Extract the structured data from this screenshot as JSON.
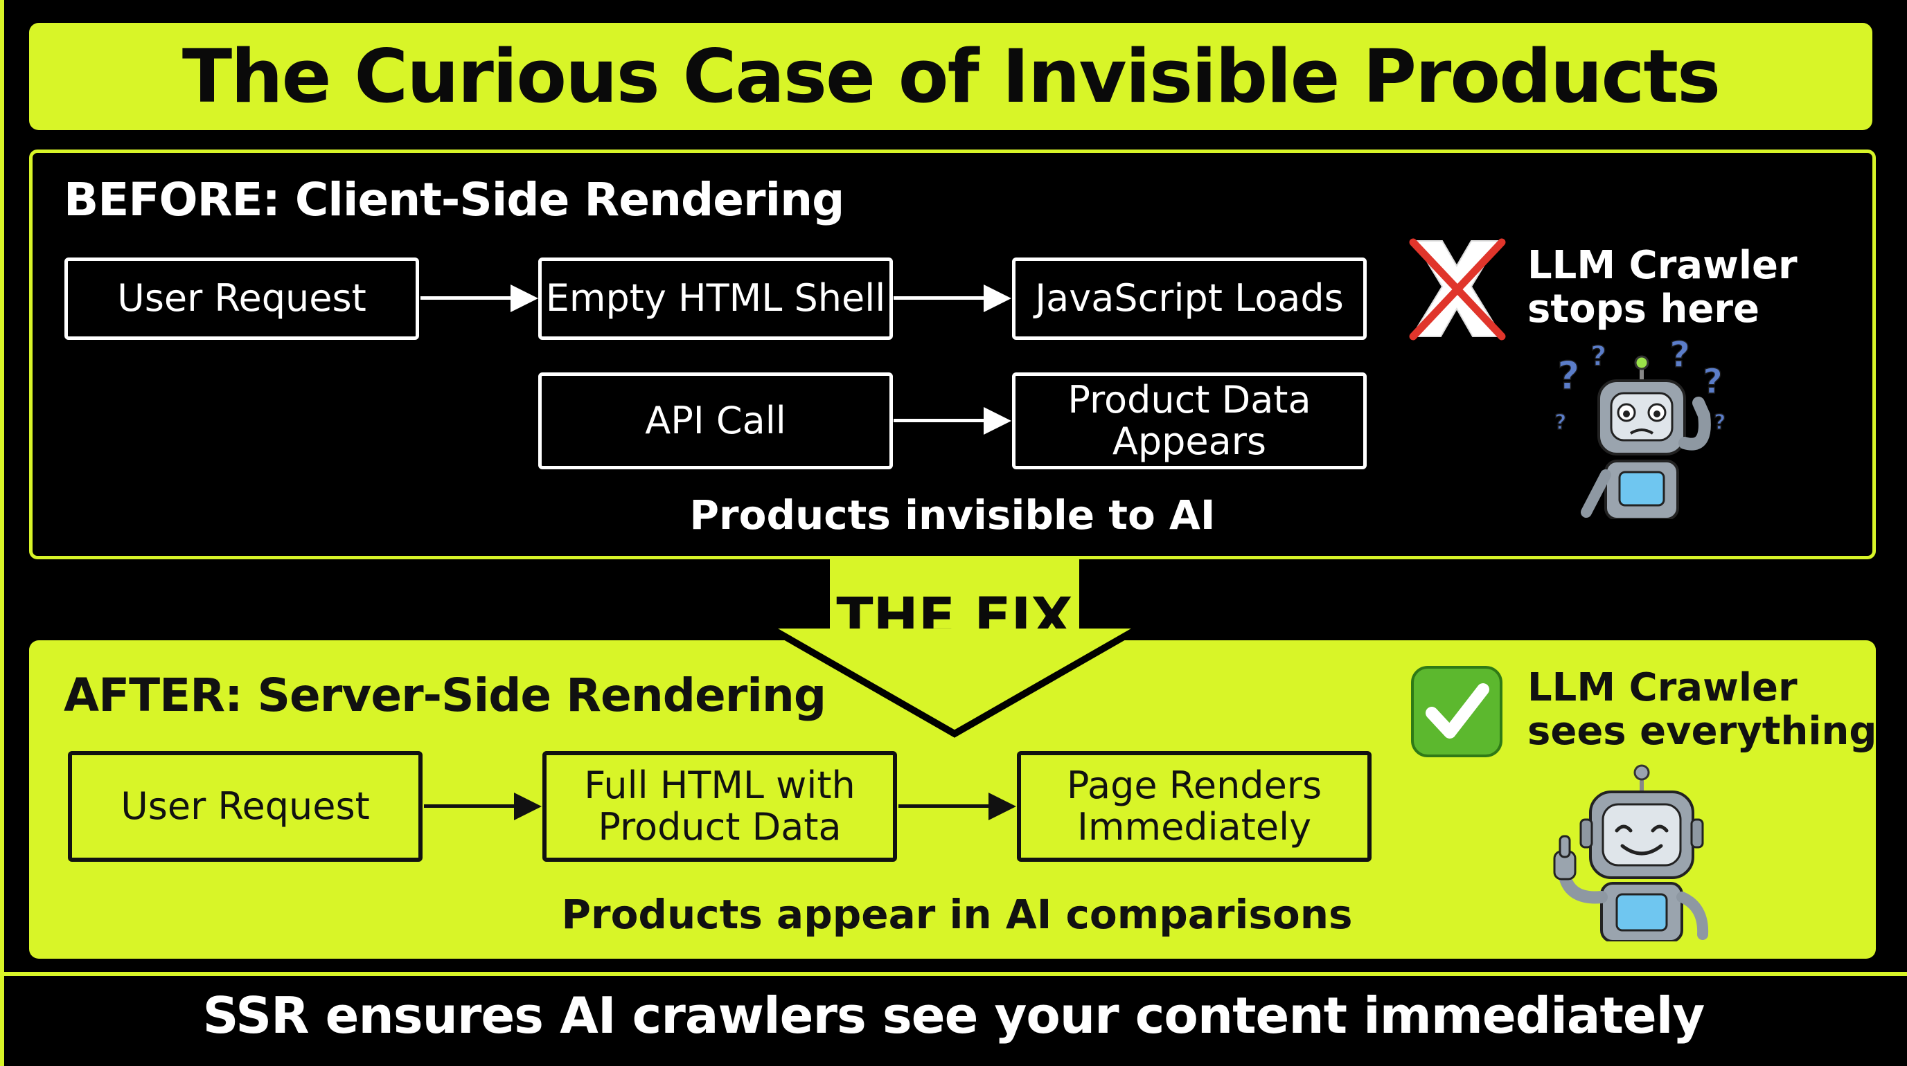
{
  "title": "The Curious Case of Invisible Products",
  "before": {
    "heading": "BEFORE: Client-Side Rendering",
    "steps": {
      "user_request": "User Request",
      "empty_shell": "Empty HTML Shell",
      "javascript_loads": "JavaScript Loads",
      "api_call": "API Call",
      "product_data_line1": "Product Data",
      "product_data_line2": "Appears"
    },
    "caption": "Products invisible to AI",
    "crawler_note_line1": "LLM Crawler",
    "crawler_note_line2": "stops here",
    "status_icon": "red-cross-icon",
    "robot_icon": "confused-robot-icon"
  },
  "fix_label": "THE FIX",
  "after": {
    "heading": "AFTER: Server-Side Rendering",
    "steps": {
      "user_request": "User Request",
      "full_html_line1": "Full HTML with",
      "full_html_line2": "Product Data",
      "page_renders_line1": "Page Renders",
      "page_renders_line2": "Immediately"
    },
    "caption": "Products appear in AI comparisons",
    "crawler_note_line1": "LLM Crawler",
    "crawler_note_line2": "sees everything",
    "status_icon": "green-check-icon",
    "robot_icon": "happy-robot-icon"
  },
  "footer": "SSR ensures AI crawlers see your content immediately",
  "colors": {
    "accent": "#d8f528",
    "background": "#000000",
    "cross": "#e0352b",
    "check": "#5cb82e"
  }
}
